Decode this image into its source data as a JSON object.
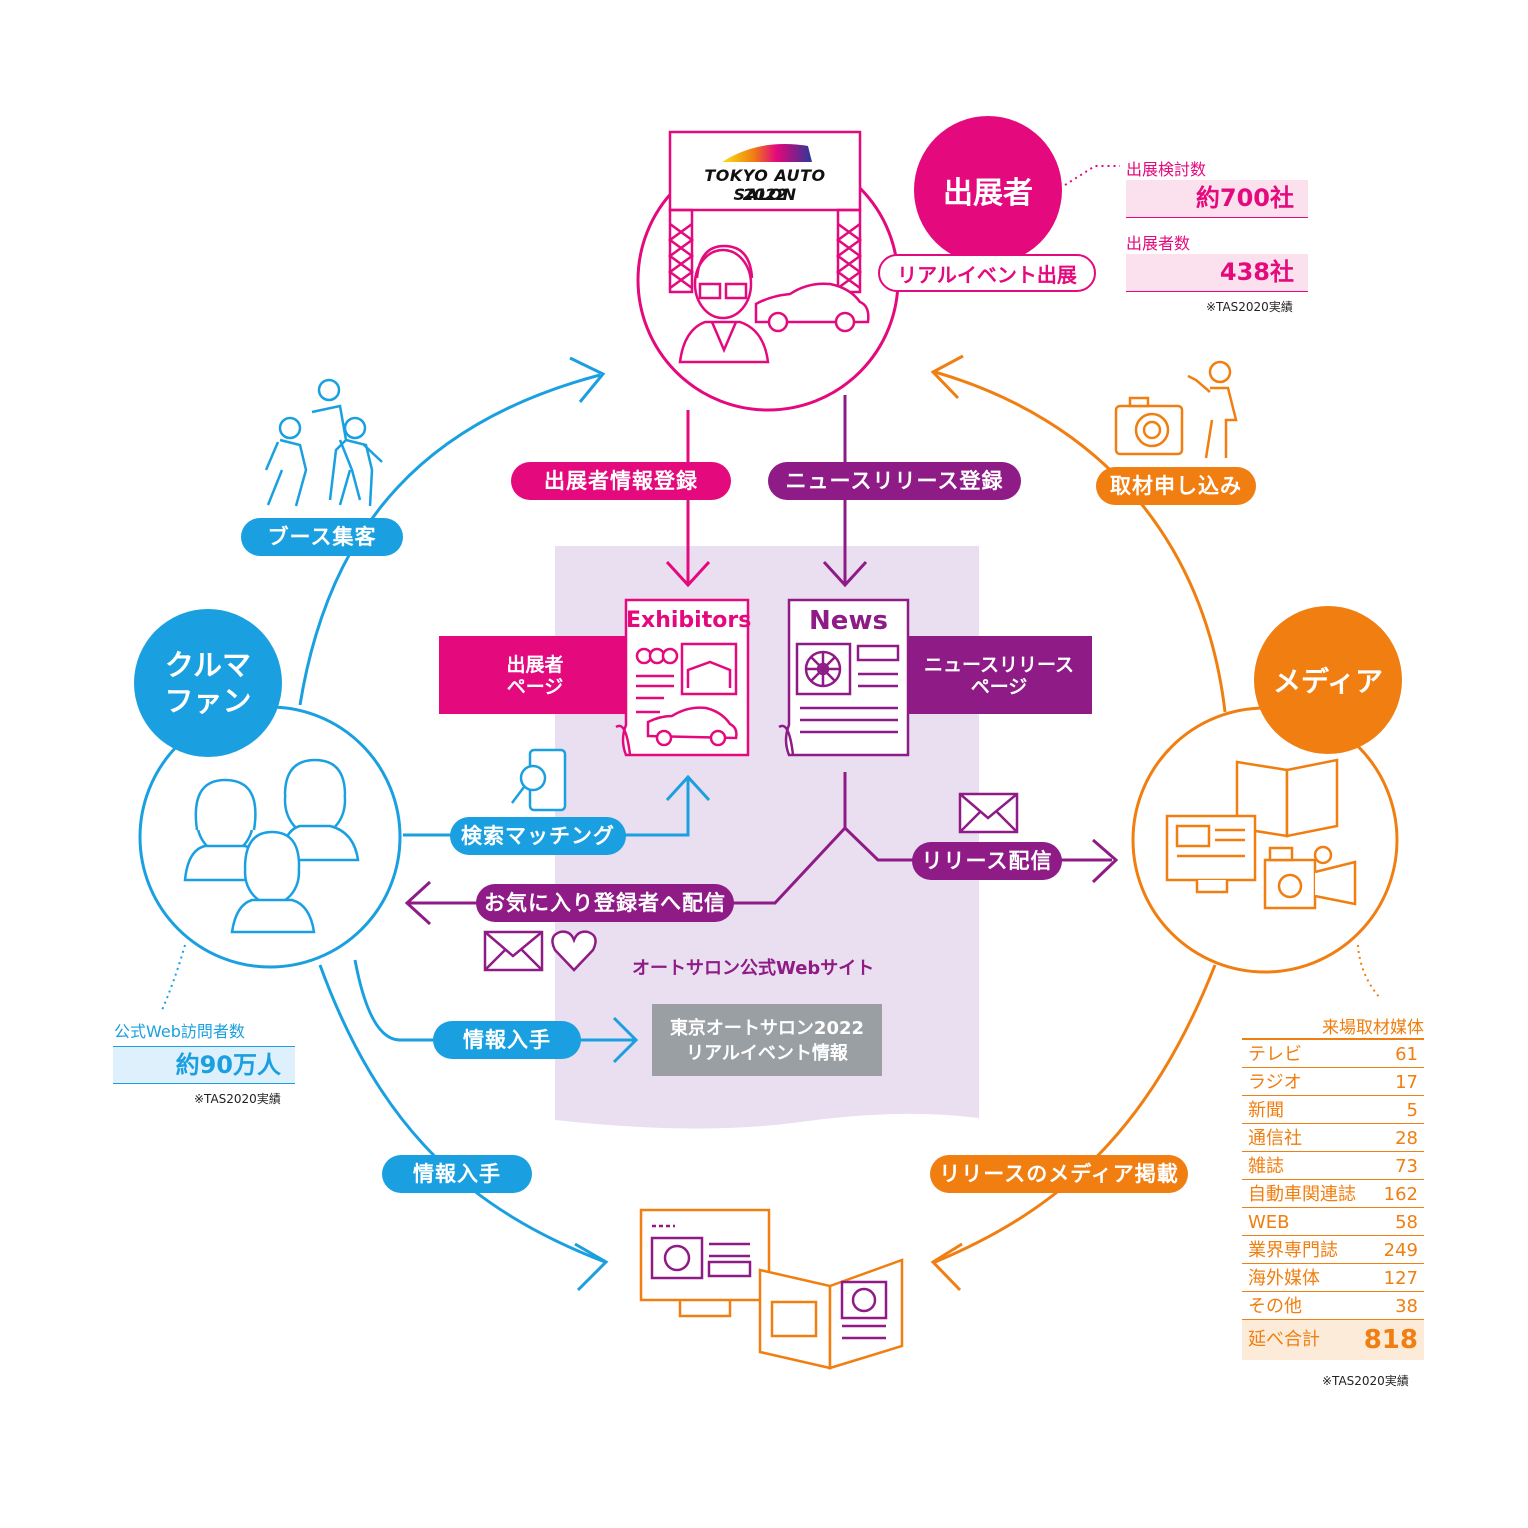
{
  "exhibitor": {
    "circle_label": "出展者",
    "event_badge": "リアルイベント出展",
    "logo_line1": "TOKYO AUTO SALON",
    "logo_line2": "2022",
    "consider_label": "出展検討数",
    "consider_value": "約700社",
    "count_label": "出展者数",
    "count_value": "438社",
    "note": "※TAS2020実績"
  },
  "fans": {
    "circle_label_1": "クルマ",
    "circle_label_2": "ファン",
    "visitors_label": "公式Web訪問者数",
    "visitors_value": "約90万人",
    "note": "※TAS2020実績"
  },
  "media": {
    "circle_label": "メディア",
    "table_title": "来場取材媒体",
    "rows": [
      {
        "name": "テレビ",
        "value": "61"
      },
      {
        "name": "ラジオ",
        "value": "17"
      },
      {
        "name": "新聞",
        "value": "5"
      },
      {
        "name": "通信社",
        "value": "28"
      },
      {
        "name": "雑誌",
        "value": "73"
      },
      {
        "name": "自動車関連誌",
        "value": "162"
      },
      {
        "name": "WEB",
        "value": "58"
      },
      {
        "name": "業界専門誌",
        "value": "249"
      },
      {
        "name": "海外媒体",
        "value": "127"
      },
      {
        "name": "その他",
        "value": "38"
      }
    ],
    "total_label": "延べ合計",
    "total_value": "818",
    "note": "※TAS2020実績"
  },
  "flows": {
    "exhibitor_register": "出展者情報登録",
    "news_register": "ニュースリリース登録",
    "coverage_request": "取材申し込み",
    "booth_attract": "ブース集客",
    "search_matching": "検索マッチング",
    "release_dist": "リリース配信",
    "fav_dist": "お気に入り登録者へ配信",
    "info_get_1": "情報入手",
    "info_get_2": "情報入手",
    "media_publish": "リリースのメディア掲載"
  },
  "website": {
    "exhibitor_page_1": "出展者",
    "exhibitor_page_2": "ページ",
    "news_page_1": "ニュースリリース",
    "news_page_2": "ページ",
    "exhibitors_doc_title": "Exhibitors",
    "news_doc_title": "News",
    "site_label": "オートサロン公式Webサイト",
    "event_info_1": "東京オートサロン2022",
    "event_info_2": "リアルイベント情報"
  },
  "colors": {
    "magenta": "#e4097d",
    "purple": "#8e1b86",
    "blue": "#1aa0e0",
    "orange": "#f07e10",
    "site_bg": "#e9dff0",
    "gray": "#9a9fa3"
  }
}
